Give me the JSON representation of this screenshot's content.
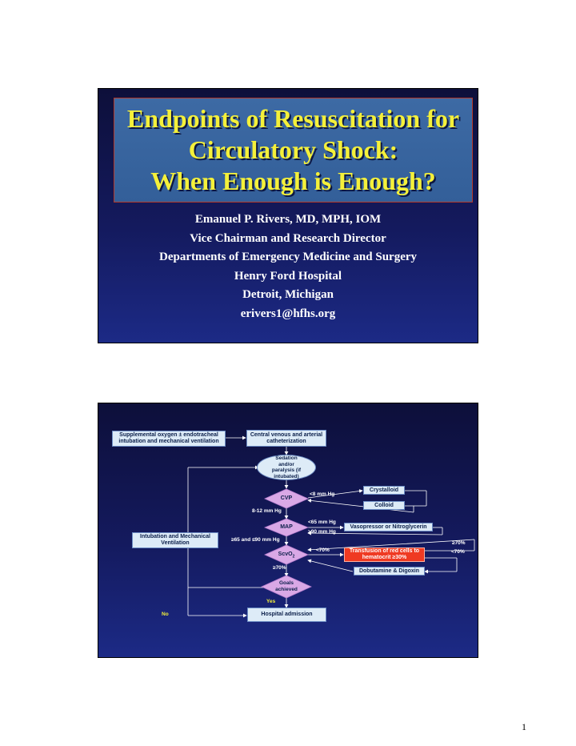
{
  "slide1": {
    "title_lines": [
      "Endpoints of Resuscitation for",
      "Circulatory Shock:",
      "When Enough is Enough?"
    ],
    "author_lines": [
      "Emanuel P. Rivers, MD, MPH, IOM",
      "Vice Chairman and Research Director",
      "Departments of Emergency Medicine and Surgery",
      "Henry Ford Hospital",
      "Detroit, Michigan",
      "erivers1@hfhs.org"
    ]
  },
  "flowchart": {
    "supplemental_oxygen": "Supplemental oxygen ± endotracheal intubation and mechanical ventilation",
    "central_venous": "Central venous and arterial catheterization",
    "sedation": "Sedation and/or paralysis (if intubated)",
    "cvp": "CVP",
    "cvp_low": "<8 mm Hg",
    "crystalloid": "Crystalloid",
    "colloid": "Colloid",
    "cvp_target": "8-12 mm Hg",
    "map": "MAP",
    "map_low": "<65 mm Hg",
    "map_high": ">90 mm Hg",
    "vasopressor": "Vasopressor or Nitroglycerin",
    "map_target": "≥65 and ≤90 mm Hg",
    "intubation": "Intubation and Mechanical Ventilation",
    "scvo2": "ScvO",
    "scvo2_sub": "2",
    "scvo2_low": "<70%",
    "transfusion": "Transfusion of red cells to hematocrit ≥30%",
    "ge70_right": "≥70%",
    "lt70_right": "<70%",
    "scvo2_target": "≥70%",
    "dobutamine": "Dobutamine & Digoxin",
    "goals": "Goals achieved",
    "yes": "Yes",
    "no": "No",
    "hospital": "Hospital admission"
  },
  "page_number": "1"
}
